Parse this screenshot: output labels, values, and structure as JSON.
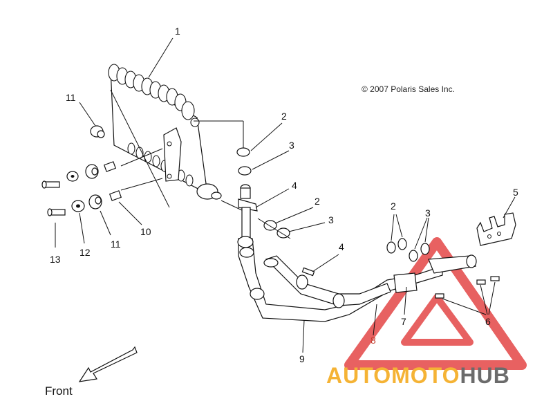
{
  "copyright": "© 2007 Polaris Sales Inc.",
  "front_label": "Front",
  "watermark": {
    "part1": "AUTOMOTO",
    "part2": "HUB",
    "color1": "#f5b335",
    "color2": "#6b6b6b",
    "triangle_color": "#e23a3a"
  },
  "callouts": [
    "1",
    "2",
    "3",
    "4",
    "5",
    "2",
    "3",
    "4",
    "2",
    "3",
    "11",
    "13",
    "12",
    "11",
    "10",
    "9",
    "8",
    "7",
    "6"
  ]
}
